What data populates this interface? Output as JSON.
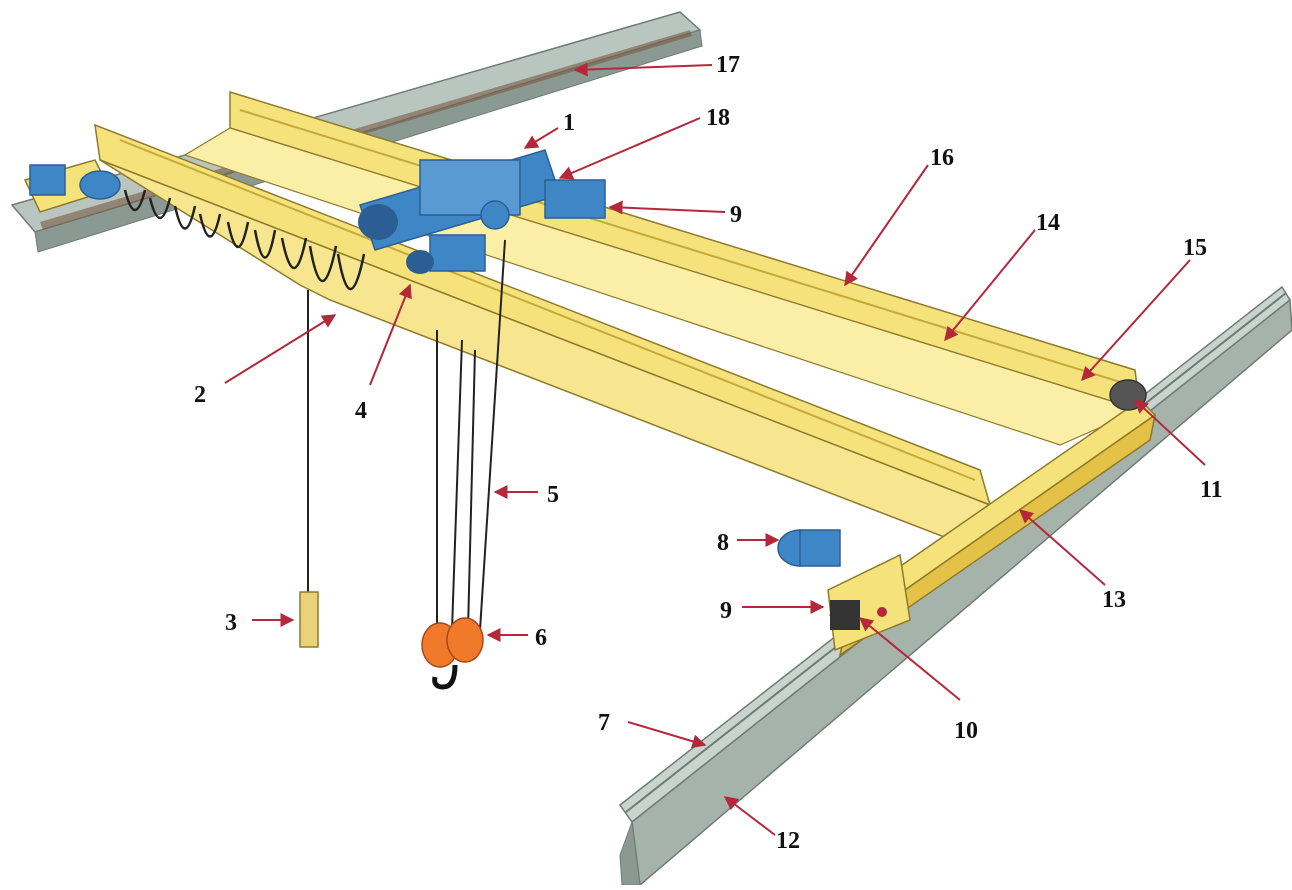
{
  "colors": {
    "girder": "#F5E27A",
    "girder_dark": "#E3C247",
    "girder_edge": "#8E7A2B",
    "rail": "#B9C6BF",
    "rail_dark": "#8A9A92",
    "hoist": "#3F86C6",
    "hoist_dark": "#2B5F93",
    "hook_block": "#F07A2A",
    "pendant": "#E9D27A",
    "arrow": "#B3283A"
  },
  "labels": {
    "l1": "1",
    "l2": "2",
    "l3": "3",
    "l4": "4",
    "l5": "5",
    "l6": "6",
    "l7": "7",
    "l8": "8",
    "l9a": "9",
    "l9b": "9",
    "l10": "10",
    "l11": "11",
    "l12": "12",
    "l13": "13",
    "l14": "14",
    "l15": "15",
    "l16": "16",
    "l17": "17",
    "l18": "18"
  }
}
